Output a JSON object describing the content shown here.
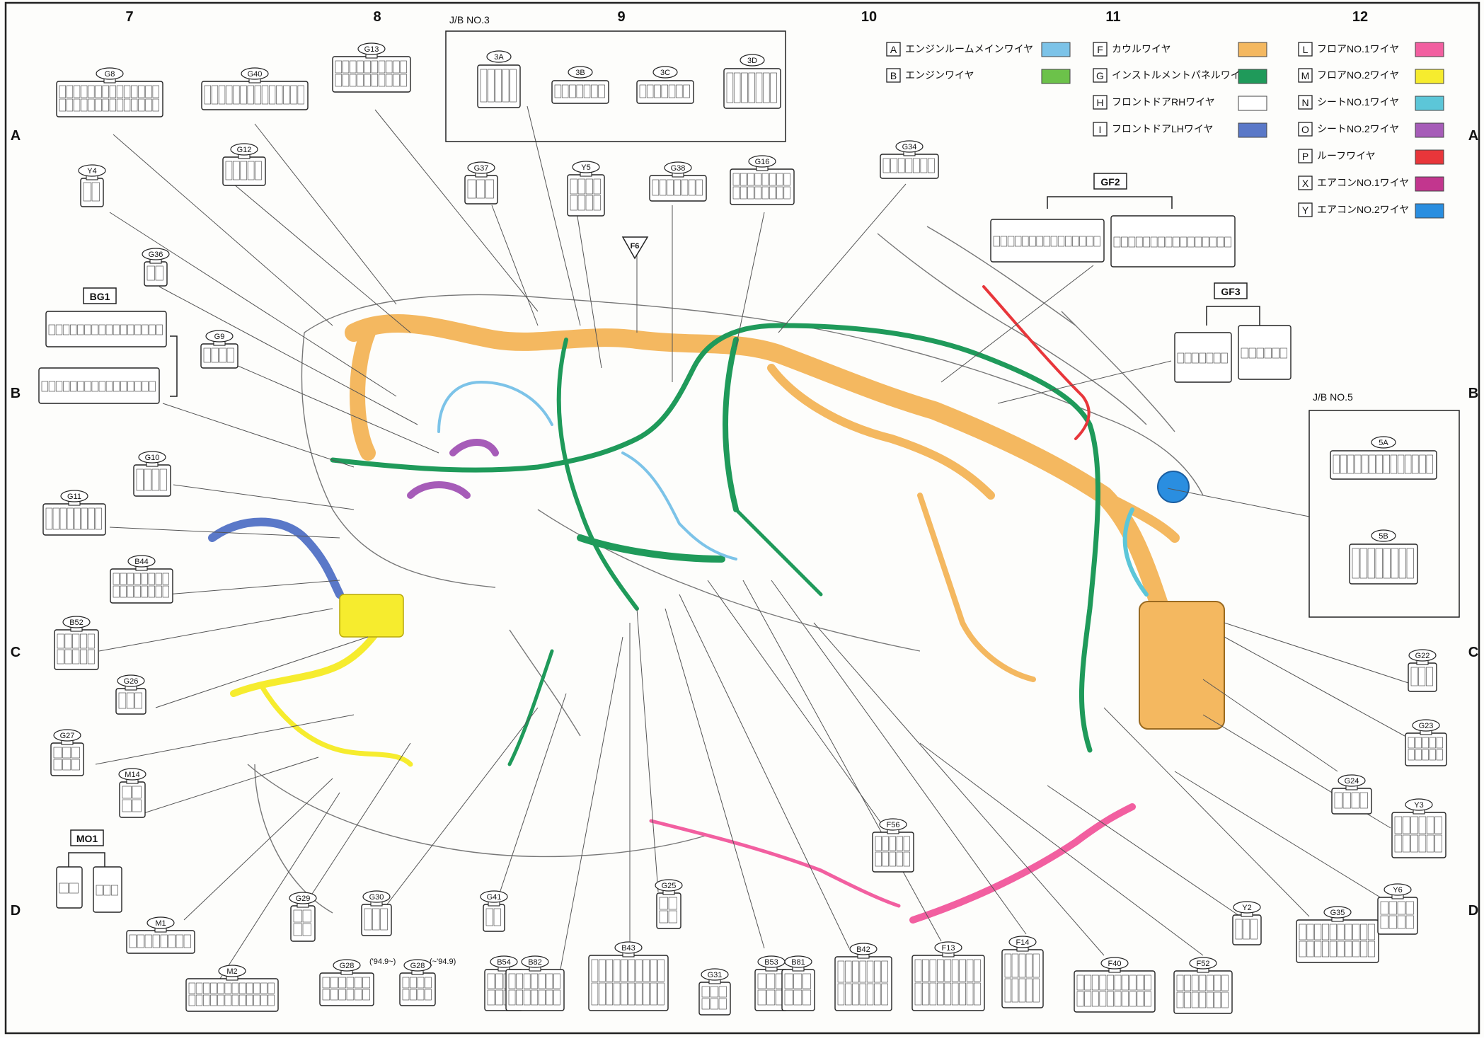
{
  "columns": [
    "7",
    "8",
    "9",
    "10",
    "11",
    "12"
  ],
  "rows": [
    "A",
    "B",
    "C",
    "D"
  ],
  "jb3": {
    "title": "J/B NO.3",
    "connectors": [
      "3A",
      "3B",
      "3C",
      "3D"
    ]
  },
  "jb5": {
    "title": "J/B NO.5",
    "connectors": [
      "5A",
      "5B"
    ]
  },
  "legend": [
    {
      "code": "A",
      "name": "エンジンルームメインワイヤ",
      "color": "#7cc3e8"
    },
    {
      "code": "B",
      "name": "エンジンワイヤ",
      "color": "#6cc24a"
    },
    {
      "code": "F",
      "name": "カウルワイヤ",
      "color": "#f4b860"
    },
    {
      "code": "G",
      "name": "インストルメントパネルワイヤ",
      "color": "#1f9a5a"
    },
    {
      "code": "H",
      "name": "フロントドアRHワイヤ",
      "color": "#ffffff"
    },
    {
      "code": "I",
      "name": "フロントドアLHワイヤ",
      "color": "#5a78c8"
    },
    {
      "code": "L",
      "name": "フロアNO.1ワイヤ",
      "color": "#f25fa0"
    },
    {
      "code": "M",
      "name": "フロアNO.2ワイヤ",
      "color": "#f6ec2e"
    },
    {
      "code": "N",
      "name": "シートNO.1ワイヤ",
      "color": "#5cc6d8"
    },
    {
      "code": "O",
      "name": "シートNO.2ワイヤ",
      "color": "#a65cb8"
    },
    {
      "code": "P",
      "name": "ルーフワイヤ",
      "color": "#e8363a"
    },
    {
      "code": "X",
      "name": "エアコンNO.1ワイヤ",
      "color": "#c2368e"
    },
    {
      "code": "Y",
      "name": "エアコンNO.2ワイヤ",
      "color": "#2a8ee0"
    }
  ],
  "groups": {
    "bg1": "BG1",
    "gf2": "GF2",
    "gf3": "GF3",
    "mo1": "MO1",
    "f6": "F6"
  },
  "connectors": {
    "g8": "G8",
    "g40": "G40",
    "g13": "G13",
    "g12": "G12",
    "y4": "Y4",
    "g36": "G36",
    "g9": "G9",
    "g37": "G37",
    "y5": "Y5",
    "g38": "G38",
    "g16": "G16",
    "g34": "G34",
    "g10": "G10",
    "g11": "G11",
    "b44": "B44",
    "b52": "B52",
    "g26": "G26",
    "g27": "G27",
    "m14": "M14",
    "m1": "M1",
    "m2": "M2",
    "g29": "G29",
    "g30": "G30",
    "g28a": "G28",
    "g28b": "G28",
    "g41": "G41",
    "g25": "G25",
    "b54": "B54",
    "b82": "B82",
    "b43": "B43",
    "g31": "G31",
    "b53": "B53",
    "b81": "B81",
    "b42": "B42",
    "f13": "F13",
    "f14": "F14",
    "f56": "F56",
    "f40": "F40",
    "f52": "F52",
    "y2": "Y2",
    "g35": "G35",
    "y6": "Y6",
    "y3": "Y3",
    "g24": "G24",
    "g23": "G23",
    "g22": "G22"
  },
  "notes": {
    "g28a": "('94.9~)",
    "g28b": "(~'94.9)"
  }
}
